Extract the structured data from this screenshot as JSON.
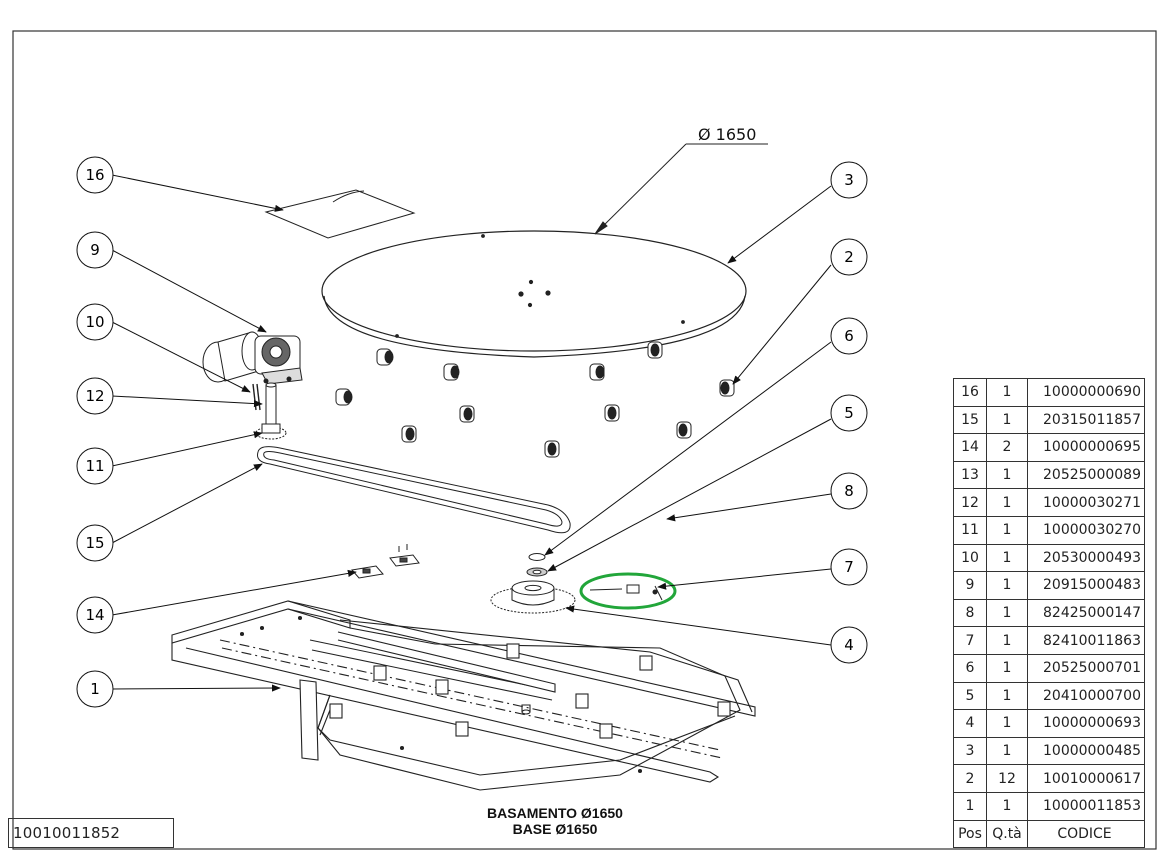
{
  "drawing": {
    "diameter_label": "Ø 1650",
    "title_line1": "BASAMENTO Ø1650",
    "title_line2": "BASE Ø1650",
    "drawing_code": "10010011852",
    "highlight_color": "#22a63a",
    "callouts": [
      "16",
      "9",
      "10",
      "12",
      "11",
      "15",
      "14",
      "1",
      "3",
      "2",
      "6",
      "5",
      "8",
      "7",
      "4"
    ]
  },
  "bom": {
    "headers": {
      "pos": "Pos",
      "qty": "Q.tà",
      "code": "CODICE"
    },
    "rows": [
      {
        "pos": "16",
        "qty": "1",
        "code": "10000000690"
      },
      {
        "pos": "15",
        "qty": "1",
        "code": "20315011857"
      },
      {
        "pos": "14",
        "qty": "2",
        "code": "10000000695"
      },
      {
        "pos": "13",
        "qty": "1",
        "code": "20525000089"
      },
      {
        "pos": "12",
        "qty": "1",
        "code": "10000030271"
      },
      {
        "pos": "11",
        "qty": "1",
        "code": "10000030270"
      },
      {
        "pos": "10",
        "qty": "1",
        "code": "20530000493"
      },
      {
        "pos": "9",
        "qty": "1",
        "code": "20915000483"
      },
      {
        "pos": "8",
        "qty": "1",
        "code": "82425000147"
      },
      {
        "pos": "7",
        "qty": "1",
        "code": "82410011863"
      },
      {
        "pos": "6",
        "qty": "1",
        "code": "20525000701"
      },
      {
        "pos": "5",
        "qty": "1",
        "code": "20410000700"
      },
      {
        "pos": "4",
        "qty": "1",
        "code": "10000000693"
      },
      {
        "pos": "3",
        "qty": "1",
        "code": "10000000485"
      },
      {
        "pos": "2",
        "qty": "12",
        "code": "10010000617"
      },
      {
        "pos": "1",
        "qty": "1",
        "code": "10000011853"
      }
    ]
  }
}
